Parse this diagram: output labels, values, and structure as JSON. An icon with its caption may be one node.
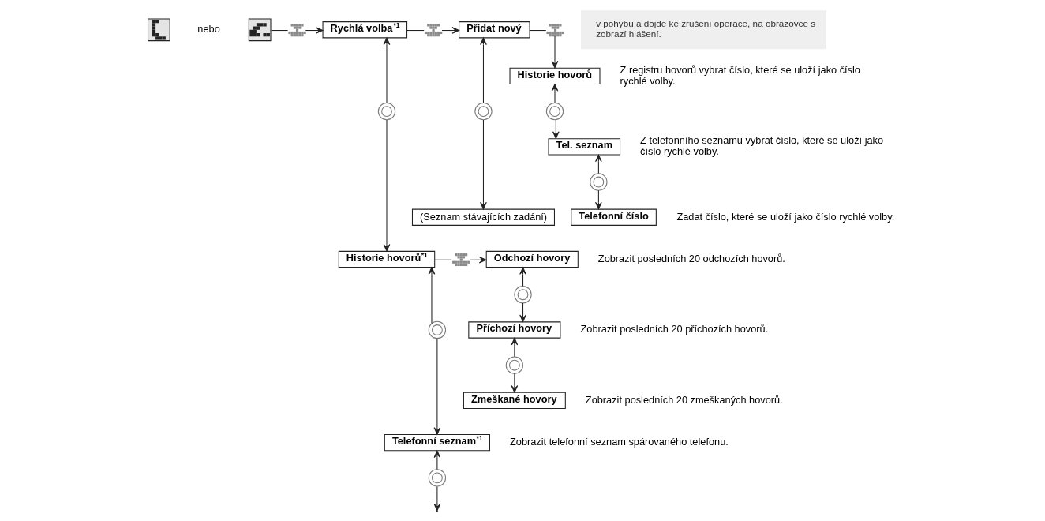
{
  "diagram": {
    "nodes": [
      {
        "text": [],
        "shape": "picture"
      },
      {
        "text": [],
        "shape": "picture"
      },
      {
        "text": [],
        "shape": "picture"
      },
      {
        "text": [
          "Rychlá volba$^{*1}$"
        ]
      },
      {
        "text": [],
        "shape": "picture"
      },
      {
        "text": [
          "Přidat nový"
        ]
      },
      {
        "text": [],
        "shape": "picture"
      },
      {
        "text": [
          "Historie hovorů"
        ],
        "beside": [
          "Z registru hovorů vybrat číslo, které se uloží jako číslo rychlé volby."
        ]
      },
      {
        "text": [],
        "shape": "picture"
      },
      {
        "text": [],
        "shape": "picture"
      },
      {
        "text": [],
        "shape": "picture"
      },
      {
        "text": [
          "Tel. seznam"
        ],
        "beside": [
          "Z telefonního seznamu vybrat číslo, které se uloží jako číslo rychlé volby."
        ]
      },
      {
        "text": [],
        "shape": "picture"
      },
      {
        "text": [
          "(Seznam stávajících zadání)"
        ]
      },
      {
        "text": [
          "Telefonní číslo"
        ],
        "beside": [
          "Zadat číslo, které se uloží jako číslo rychlé volby."
        ]
      },
      {
        "text": [
          "Historie hovorů$^{*1}$"
        ]
      },
      {
        "text": [],
        "shape": "picture"
      },
      {
        "text": [
          "Odchozí hovory"
        ],
        "beside": [
          "Zobrazit posledních 20 odchozích hovorů."
        ]
      },
      {
        "text": [],
        "shape": "picture"
      },
      {
        "text": [
          "Příchozí hovory"
        ],
        "beside": [
          "Zobrazit posledních 20 příchozích hovorů."
        ]
      },
      {
        "text": [],
        "shape": "picture"
      },
      {
        "text": [],
        "shape": "picture"
      },
      {
        "text": [
          "Zmeškané hovory"
        ],
        "beside": [
          "Zobrazit posledních 20 zmeškaných hovorů."
        ]
      },
      {
        "text": [
          "Telefonní seznam$^{*1}$"
        ],
        "beside": [
          "Zobrazit telefonní seznam spárovaného telefonu."
        ]
      },
      {
        "text": [],
        "shape": "picture"
      }
    ],
    "edges": [
      {
        "from": 1,
        "to": 2,
        "arrow": "none"
      },
      {
        "from": 2,
        "to": 3,
        "arrow": "to"
      },
      {
        "from": 3,
        "to": 4,
        "arrow": "none"
      },
      {
        "from": 4,
        "to": 5,
        "arrow": "to"
      },
      {
        "from": 5,
        "to": 6,
        "arrow": "none"
      },
      {
        "from": 6,
        "to": 7,
        "arrow": "to"
      },
      {
        "from": 8,
        "to": 3,
        "arrow": "to"
      },
      {
        "from": 8,
        "to": 15,
        "arrow": "to"
      },
      {
        "from": 9,
        "to": 5,
        "arrow": "to"
      },
      {
        "from": 9,
        "to": 13,
        "arrow": "to"
      },
      {
        "from": 10,
        "to": 7,
        "arrow": "to"
      },
      {
        "from": 10,
        "to": 11,
        "arrow": "to"
      },
      {
        "from": 12,
        "to": 11,
        "arrow": "to"
      },
      {
        "from": 12,
        "to": 14,
        "arrow": "to"
      },
      {
        "from": 15,
        "to": 16,
        "arrow": "none"
      },
      {
        "from": 16,
        "to": 17,
        "arrow": "to"
      },
      {
        "from": 18,
        "to": 17,
        "arrow": "to"
      },
      {
        "from": 18,
        "to": 19,
        "arrow": "to"
      },
      {
        "from": 20,
        "to": 15,
        "arrow": "to"
      },
      {
        "from": 20,
        "to": 23,
        "arrow": "to"
      },
      {
        "from": 21,
        "to": 19,
        "arrow": "to"
      },
      {
        "from": 21,
        "to": 22,
        "arrow": "to"
      },
      {
        "from": 24,
        "to": 23,
        "arrow": "to"
      },
      {
        "from": 24,
        "to": null,
        "arrow": "to"
      }
    ],
    "labels": [
      "nebo",
      "v pohybu a dojde ke zrušení operace, na obrazovce s zobrazí hlášení."
    ]
  }
}
